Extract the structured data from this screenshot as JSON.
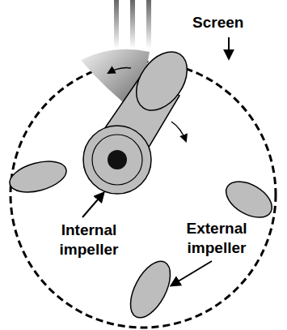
{
  "diagram": {
    "labels": [
      "Screen",
      "Internal impeller",
      "External impeller"
    ]
  }
}
